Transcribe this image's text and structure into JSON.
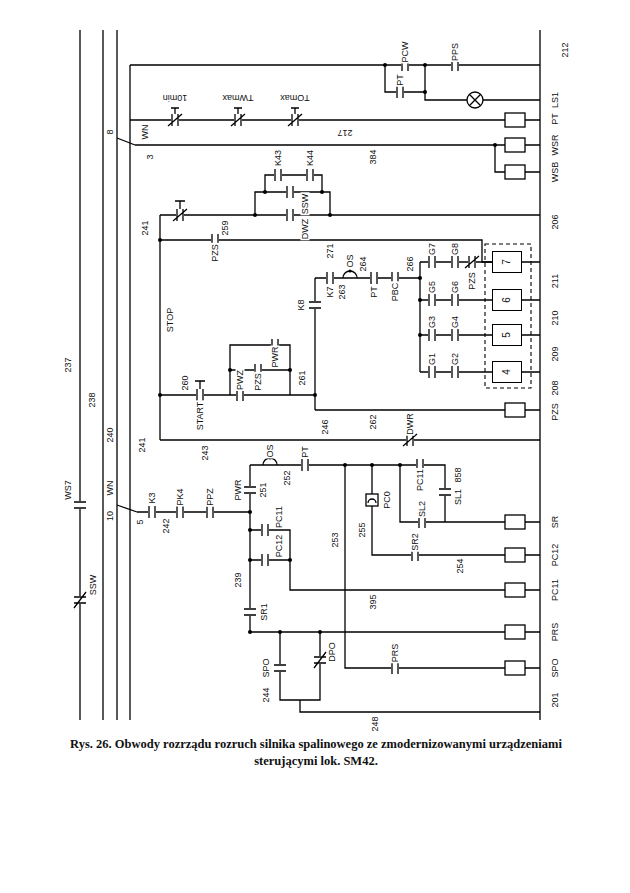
{
  "diagram": {
    "caption": "Rys. 26. Obwody rozrządu rozruch silnika spalinowego ze zmodernizowanymi urządzeniami sterującymi lok. SM42.",
    "nodes": [
      {
        "text": [
          "7"
        ]
      },
      {
        "text": [
          "6"
        ]
      },
      {
        "text": [
          "5"
        ]
      },
      {
        "text": [
          "4"
        ]
      }
    ],
    "labels": [
      "212",
      "PPS",
      "PCW",
      "PT",
      "LS1",
      "10min",
      "TWmax",
      "TOmax",
      "217",
      "PT",
      "WN",
      "8",
      "3",
      "384",
      "WSR",
      "WSB",
      "K43",
      "K44",
      "SSW",
      "DWZ",
      "259",
      "206",
      "241",
      "PZS",
      "271",
      "OS",
      "K7",
      "263",
      "264",
      "PT",
      "PBC",
      "266",
      "G7",
      "G8",
      "PZS",
      "G5",
      "G6",
      "G3",
      "G4",
      "G1",
      "G2",
      "211",
      "210",
      "209",
      "208",
      "K8",
      "PWR",
      "PZS",
      "PWZ",
      "261",
      "260",
      "STOP",
      "START",
      "262",
      "PZS",
      "243",
      "DWR",
      "246",
      "OS",
      "251",
      "252",
      "PT",
      "PC11",
      "SL1",
      "858",
      "PC0",
      "SL2",
      "255",
      "SR2",
      "254",
      "SR",
      "PC12",
      "PC11",
      "PRS",
      "SPO",
      "201",
      "253",
      "237",
      "238",
      "240",
      "241",
      "WS7",
      "WN",
      "10",
      "5",
      "K3",
      "242",
      "PK4",
      "PPZ",
      "PWR",
      "PC11",
      "PC12",
      "239",
      "SR1",
      "PRS",
      "DPO",
      "SPO",
      "244",
      "395",
      "248",
      "SSW"
    ]
  }
}
